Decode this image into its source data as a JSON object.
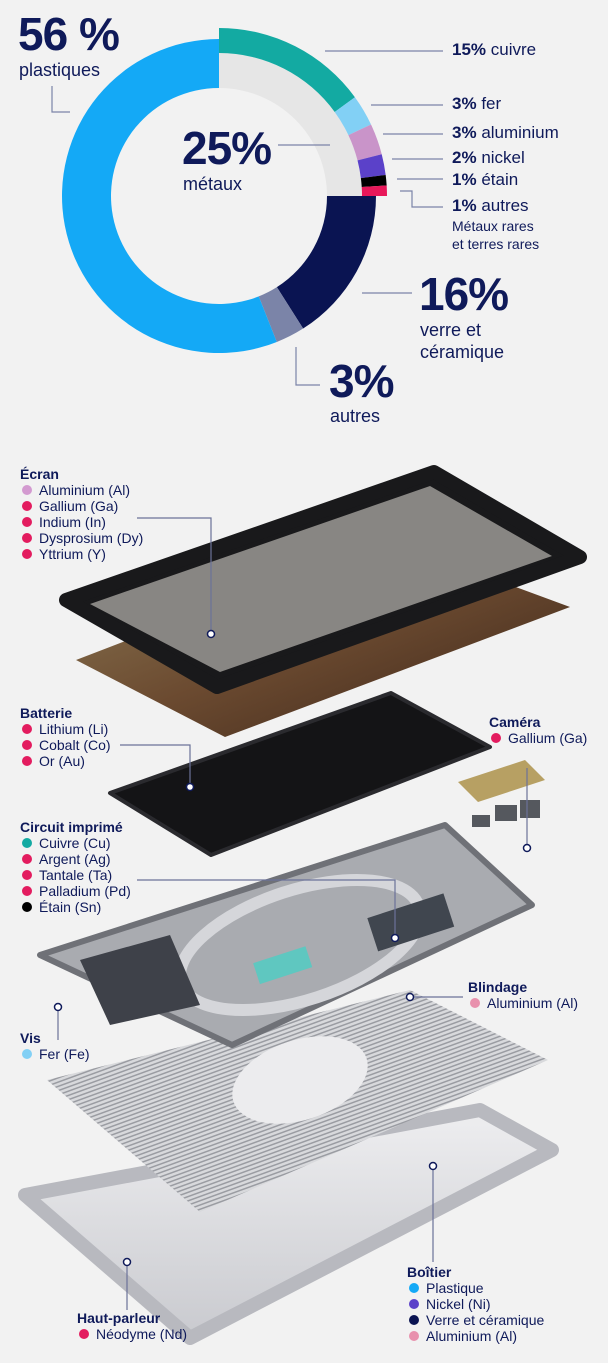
{
  "chart_data": {
    "type": "pie",
    "style": "donut",
    "direction": "clockwise-from-top",
    "segments": [
      {
        "label": "métaux",
        "value": 25,
        "color": "#e6e6e6",
        "breakdown": [
          {
            "label": "cuivre",
            "value": 15,
            "color": "#13aaa2"
          },
          {
            "label": "fer",
            "value": 3,
            "color": "#82d0f5"
          },
          {
            "label": "aluminium",
            "value": 3,
            "color": "#c994c9"
          },
          {
            "label": "nickel",
            "value": 2,
            "color": "#5b41c9"
          },
          {
            "label": "étain",
            "value": 1,
            "color": "#000000"
          },
          {
            "label": "autres",
            "value": 1,
            "color": "#e8185a"
          }
        ]
      },
      {
        "label": "verre et céramique",
        "value": 16,
        "color": "#0a1452"
      },
      {
        "label": "autres",
        "value": 3,
        "color": "#7b84a8"
      },
      {
        "label": "plastiques",
        "value": 56,
        "color": "#14a9f6"
      }
    ]
  },
  "labels": {
    "plastiques": {
      "pct": "56 %",
      "text": "plastiques"
    },
    "metaux": {
      "pct": "25%",
      "text": "métaux"
    },
    "cuivre": {
      "pct": "15%",
      "text": "cuivre"
    },
    "fer": {
      "pct": "3%",
      "text": "fer"
    },
    "aluminium": {
      "pct": "3%",
      "text": "aluminium"
    },
    "nickel": {
      "pct": "2%",
      "text": "nickel"
    },
    "etain": {
      "pct": "1%",
      "text": "étain"
    },
    "autres_metaux": {
      "pct": "1%",
      "text": "autres",
      "note1": "Métaux rares",
      "note2": "et terres rares"
    },
    "verre": {
      "pct": "16%",
      "line1": "verre et",
      "line2": "céramique"
    },
    "autres": {
      "pct": "3%",
      "text": "autres"
    }
  },
  "element_colors": {
    "pink": "#e31c5f",
    "light_pink": "#e891ad",
    "mauve": "#d39ad0",
    "teal": "#13aaa2",
    "black": "#000000",
    "light_blue": "#82d0f5",
    "blue": "#14a9f6",
    "purple": "#5b41c9",
    "navy": "#0a1452"
  },
  "components": {
    "ecran": {
      "title": "Écran",
      "items": [
        {
          "text": "Aluminium (Al)",
          "color": "#d39ad0"
        },
        {
          "text": "Gallium (Ga)",
          "color": "#e31c5f"
        },
        {
          "text": "Indium (In)",
          "color": "#e31c5f"
        },
        {
          "text": "Dysprosium (Dy)",
          "color": "#e31c5f"
        },
        {
          "text": "Yttrium (Y)",
          "color": "#e31c5f"
        }
      ]
    },
    "batterie": {
      "title": "Batterie",
      "items": [
        {
          "text": "Lithium (Li)",
          "color": "#e31c5f"
        },
        {
          "text": "Cobalt (Co)",
          "color": "#e31c5f"
        },
        {
          "text": "Or (Au)",
          "color": "#e31c5f"
        }
      ]
    },
    "camera": {
      "title": "Caméra",
      "items": [
        {
          "text": "Gallium (Ga)",
          "color": "#e31c5f"
        }
      ]
    },
    "circuit": {
      "title": "Circuit imprimé",
      "items": [
        {
          "text": "Cuivre (Cu)",
          "color": "#13aaa2"
        },
        {
          "text": "Argent (Ag)",
          "color": "#e31c5f"
        },
        {
          "text": "Tantale (Ta)",
          "color": "#e31c5f"
        },
        {
          "text": "Palladium (Pd)",
          "color": "#e31c5f"
        },
        {
          "text": "Étain (Sn)",
          "color": "#000000"
        }
      ]
    },
    "blindage": {
      "title": "Blindage",
      "items": [
        {
          "text": "Aluminium (Al)",
          "color": "#e891ad"
        }
      ]
    },
    "vis": {
      "title": "Vis",
      "items": [
        {
          "text": "Fer (Fe)",
          "color": "#82d0f5"
        }
      ]
    },
    "boitier": {
      "title": "Boîtier",
      "items": [
        {
          "text": "Plastique",
          "color": "#14a9f6"
        },
        {
          "text": "Nickel (Ni)",
          "color": "#5b41c9"
        },
        {
          "text": "Verre et céramique",
          "color": "#0a1452"
        },
        {
          "text": "Aluminium (Al)",
          "color": "#e891ad"
        }
      ]
    },
    "hautparleur": {
      "title": "Haut-parleur",
      "items": [
        {
          "text": "Néodyme (Nd)",
          "color": "#e31c5f"
        }
      ]
    }
  }
}
